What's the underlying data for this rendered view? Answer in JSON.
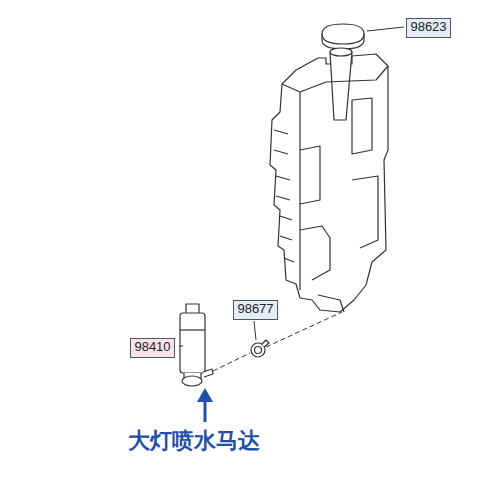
{
  "diagram": {
    "nodes": [
      {
        "text": [
          "98623"
        ]
      },
      {
        "text": [
          "98677"
        ]
      },
      {
        "text": [
          "98410"
        ]
      }
    ],
    "labels": [
      "大灯喷水马达"
    ]
  }
}
